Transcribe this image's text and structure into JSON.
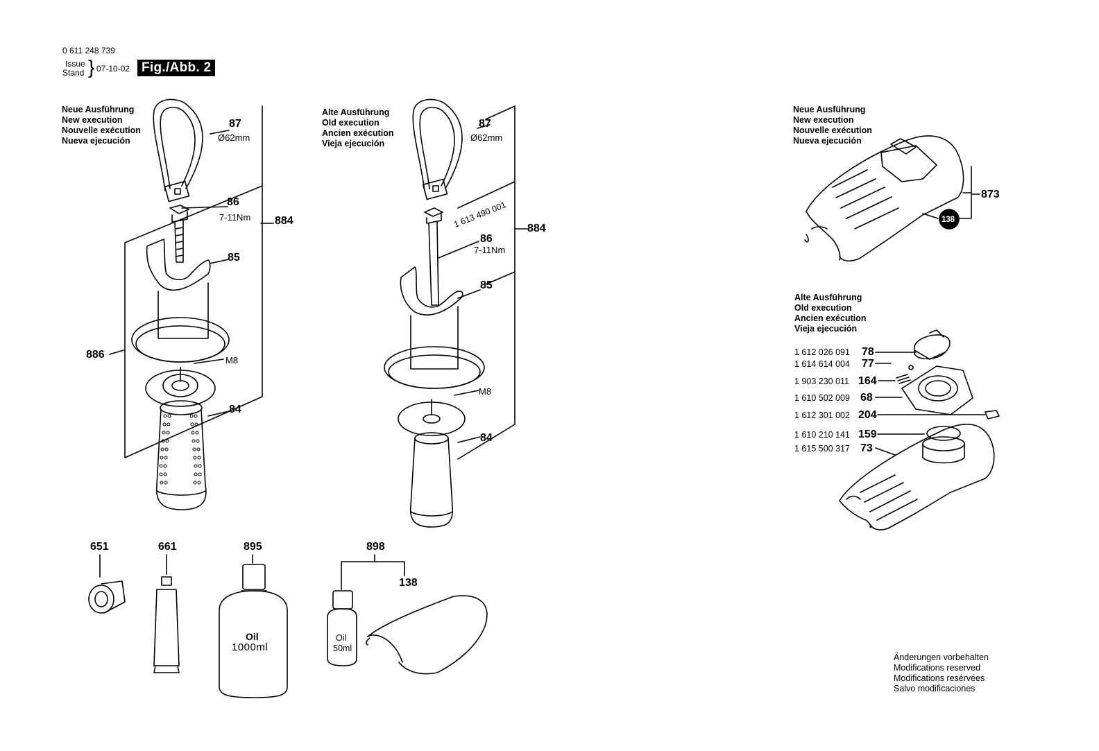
{
  "header": {
    "doc_number": "0 611 248 739",
    "issue_label": "Issue",
    "stand_label": "Stand",
    "date": "07-10-02",
    "figure_badge": "Fig./Abb. 2"
  },
  "new_execution_left": [
    "Neue Ausführung",
    "New execution",
    "Nouvelle exécution",
    "Nueva ejecución"
  ],
  "old_execution_left": [
    "Alte Ausführung",
    "Old execution",
    "Ancien exécution",
    "Vieja ejecución"
  ],
  "new_execution_right": [
    "Neue Ausführung",
    "New execution",
    "Nouvelle exécution",
    "Nueva ejecución"
  ],
  "old_execution_right": [
    "Alte Ausführung",
    "Old execution",
    "Ancien exécution",
    "Vieja ejecución"
  ],
  "left_assembly": {
    "label_87": "87",
    "spec_87": "Ø62mm",
    "label_86": "86",
    "spec_86": "7-11Nm",
    "label_85": "85",
    "label_884": "884",
    "label_886": "886",
    "label_m8": "M8",
    "label_84": "84"
  },
  "middle_assembly": {
    "label_87": "87",
    "spec_87": "Ø62mm",
    "part_86": "1 613 490 001",
    "label_86": "86",
    "spec_86": "7-11Nm",
    "label_85": "85",
    "label_884": "884",
    "label_m8": "M8",
    "label_84": "84"
  },
  "accessories": {
    "label_651": "651",
    "label_661": "661",
    "label_895": "895",
    "oil_big_1": "Oil",
    "oil_big_2": "1000ml",
    "label_898": "898",
    "label_138": "138",
    "oil_small_1": "Oil",
    "oil_small_2": "50ml"
  },
  "right_new": {
    "label_873": "873",
    "badge_138": "138"
  },
  "right_old_parts": [
    {
      "part_no": "1 612 026 091",
      "pos": "78"
    },
    {
      "part_no": "1 614 614 004",
      "pos": "77"
    },
    {
      "part_no": "1 903 230 011",
      "pos": "164"
    },
    {
      "part_no": "1 610 502 009",
      "pos": "68"
    },
    {
      "part_no": "1 612 301 002",
      "pos": "204"
    },
    {
      "part_no": "1 610 210 141",
      "pos": "159"
    },
    {
      "part_no": "1 615 500 317",
      "pos": "73"
    }
  ],
  "footer_note": [
    "Änderungen vorbehalten",
    "Modifications reserved",
    "Modifications resérvées",
    "Salvo modificaciones"
  ]
}
